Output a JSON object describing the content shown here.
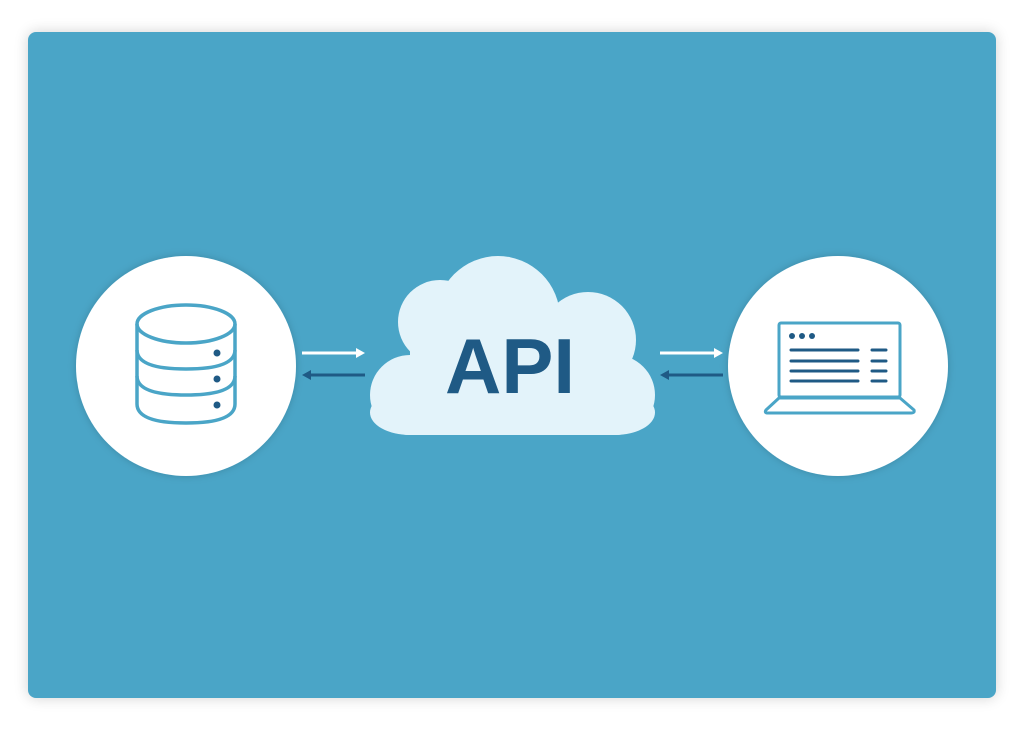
{
  "cloud": {
    "label": "API"
  },
  "nodes": [
    {
      "name": "database",
      "icon": "database-icon"
    },
    {
      "name": "client",
      "icon": "laptop-icon"
    }
  ],
  "colors": {
    "background": "#4AA5C7",
    "dark": "#1F5A85",
    "cloud": "#E3F3FA",
    "icon_line": "#4AA5C7",
    "circle": "#FFFFFF"
  }
}
